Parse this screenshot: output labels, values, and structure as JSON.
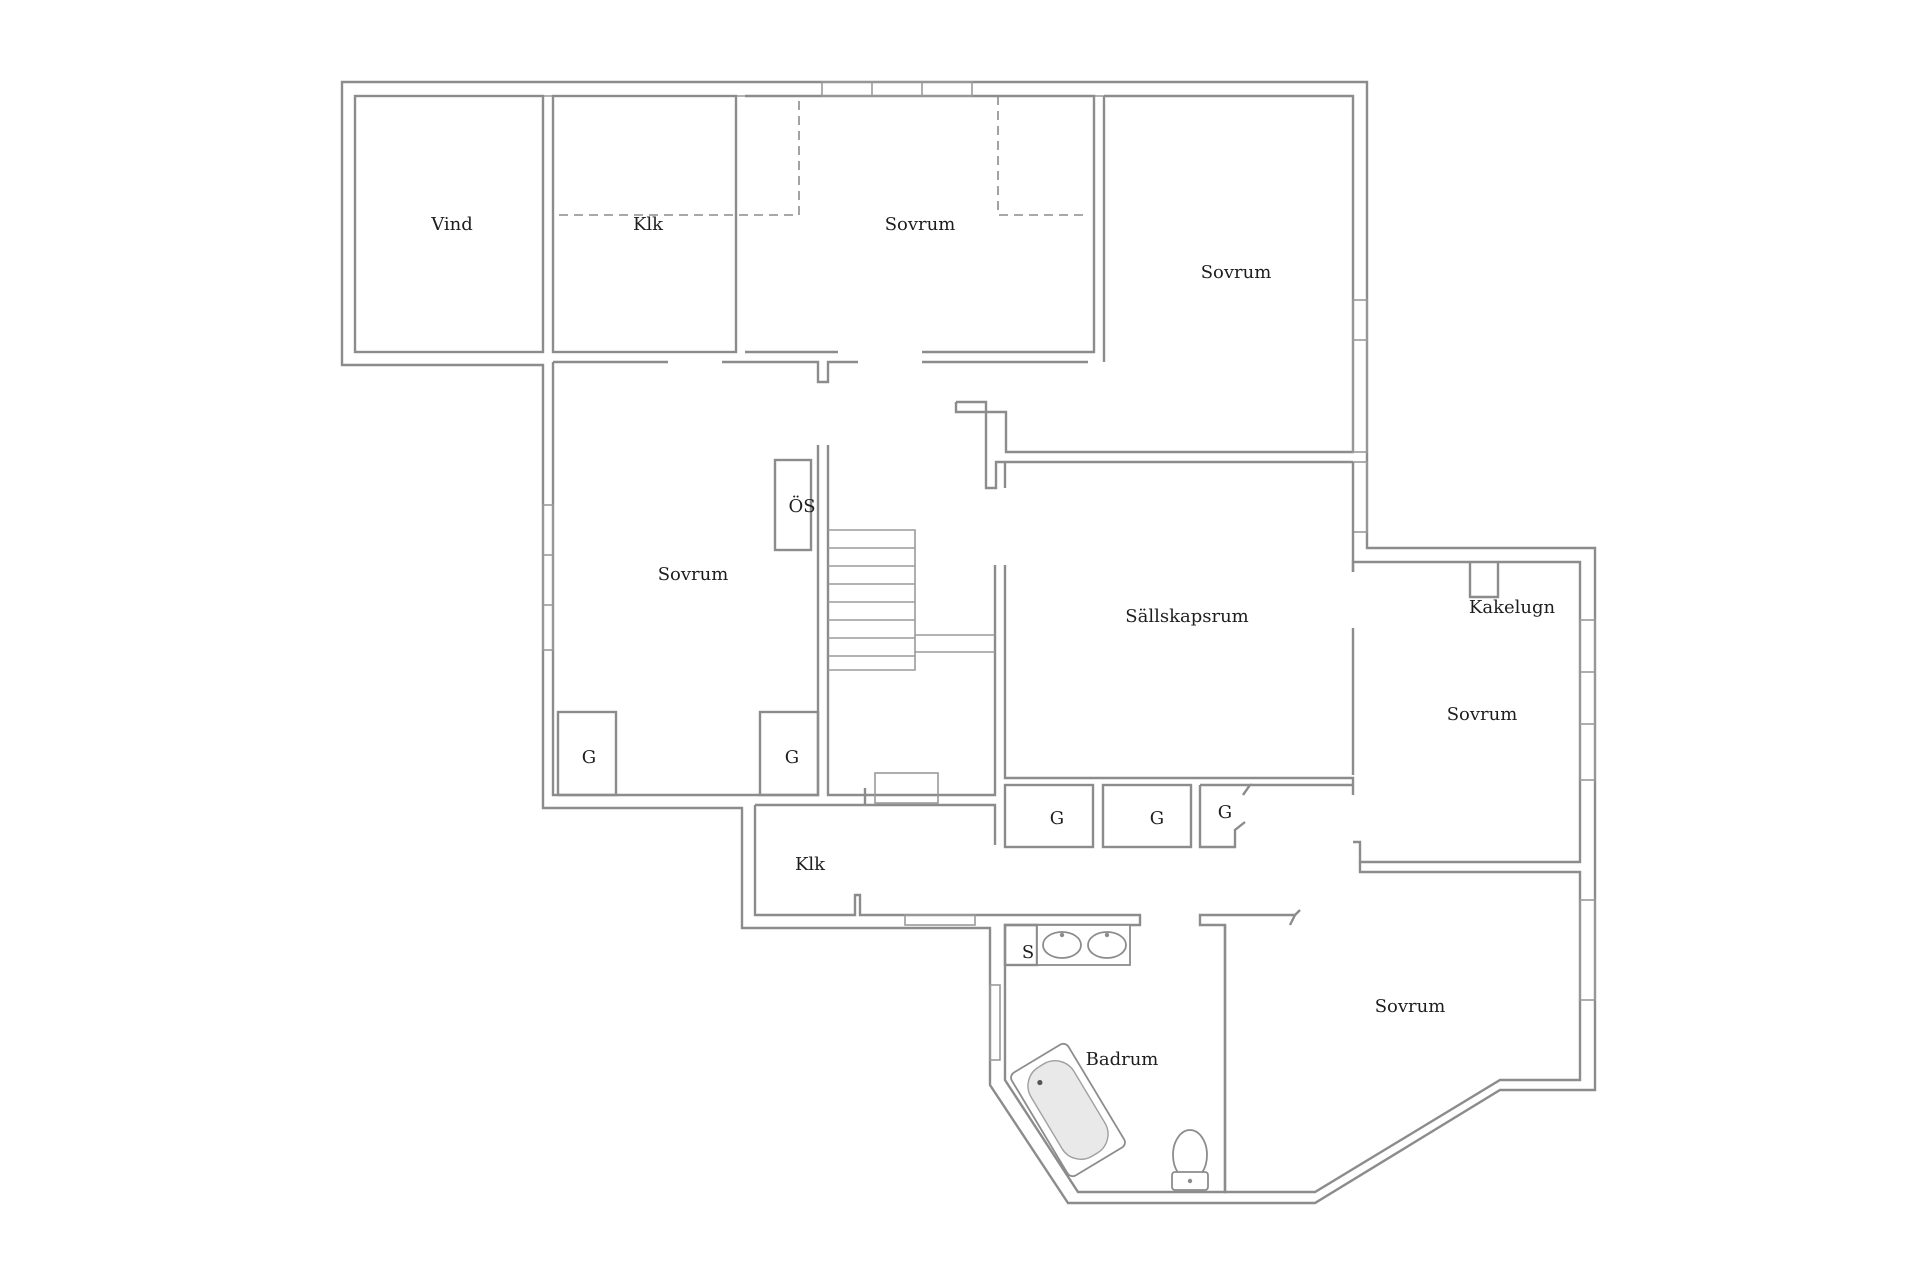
{
  "rooms": {
    "vind": "Vind",
    "klk_top": "Klk",
    "sovrum_top": "Sovrum",
    "sovrum_ne": "Sovrum",
    "os": "ÖS",
    "sovrum_w": "Sovrum",
    "sallskapsrum": "Sällskapsrum",
    "kakelugn": "Kakelugn",
    "sovrum_e": "Sovrum",
    "g1": "G",
    "g2": "G",
    "g3": "G",
    "g4": "G",
    "g5": "G",
    "klk_bottom": "Klk",
    "s": "S",
    "badrum": "Badrum",
    "sovrum_se": "Sovrum"
  }
}
